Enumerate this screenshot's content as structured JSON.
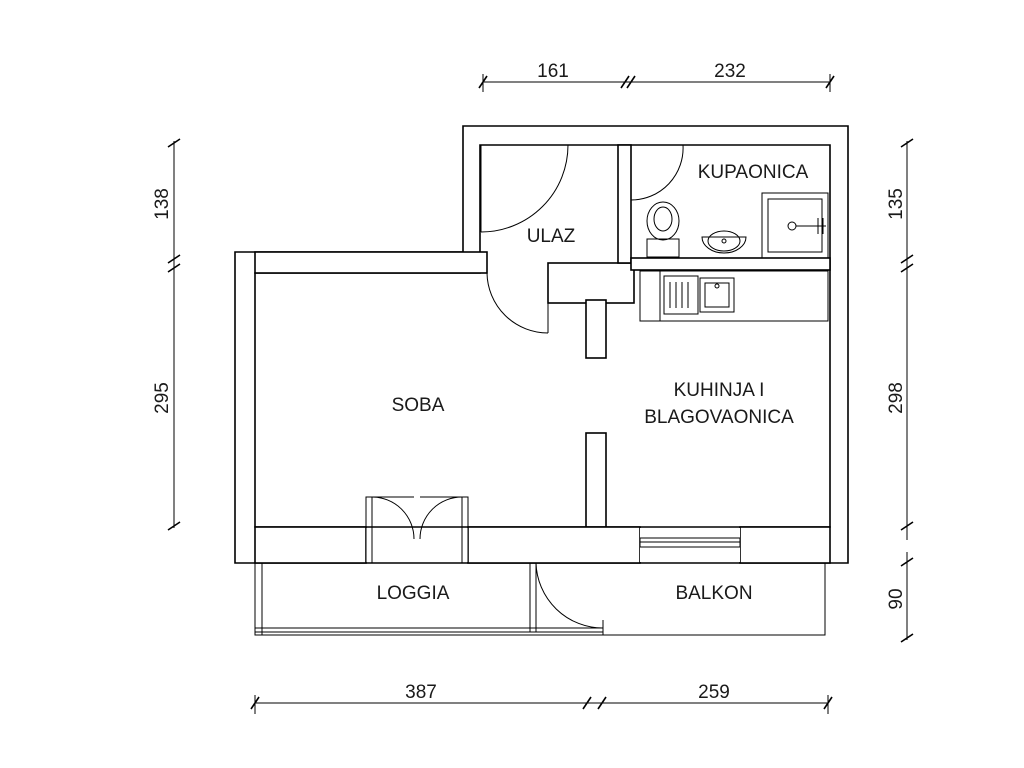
{
  "floor_plan": {
    "rooms": {
      "kupaonica": "KUPAONICA",
      "ulaz": "ULAZ",
      "soba": "SOBA",
      "kuhinja_line1": "KUHINJA I",
      "kuhinja_line2": "BLAGOVAONICA",
      "loggia": "LOGGIA",
      "balkon": "BALKON"
    },
    "dimensions": {
      "top": [
        "161",
        "232"
      ],
      "bottom": [
        "387",
        "259"
      ],
      "left": [
        "138",
        "295"
      ],
      "right": [
        "135",
        "298",
        "90"
      ]
    }
  }
}
